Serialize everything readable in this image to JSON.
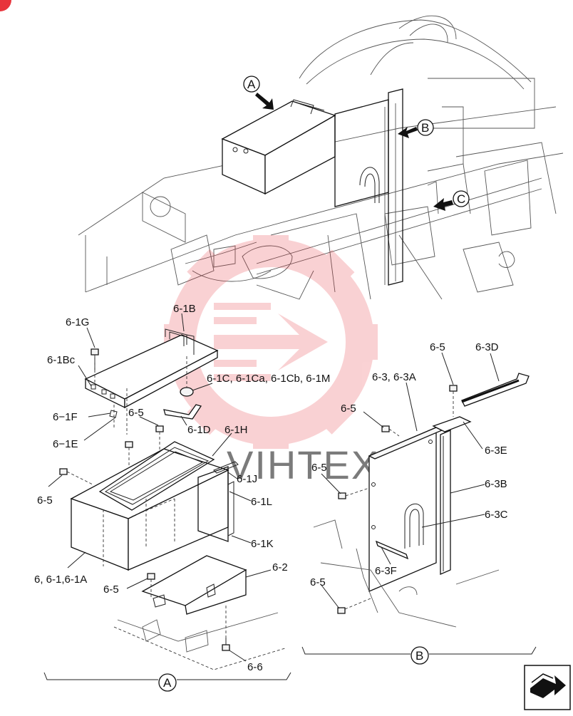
{
  "labels": {
    "l_6_1G": "6-1G",
    "l_6_1B": "6-1B",
    "l_6_1Bc": "6-1Bc",
    "l_6_1C": "6-1C, 6-1Ca, 6-1Cb, 6-1M",
    "l_6_1F": "6−1F",
    "l_6_1E": "6−1E",
    "l_6_5_a": "6-5",
    "l_6_1D": "6-1D",
    "l_6_1H": "6-1H",
    "l_6_1J": "6-1J",
    "l_6_5_b": "6-5",
    "l_6_1L": "6-1L",
    "l_6_1K": "6-1K",
    "l_6_1A": "6, 6-1,6-1A",
    "l_6_2": "6-2",
    "l_6_5_c": "6-5",
    "l_6_6": "6-6",
    "l_6_5_d": "6-5",
    "l_6_3D": "6-3D",
    "l_6_3A": "6-3, 6-3A",
    "l_6_5_e": "6-5",
    "l_6_3E": "6-3E",
    "l_6_5_f": "6-5",
    "l_6_3B": "6-3B",
    "l_6_3C": "6-3C",
    "l_6_3F": "6-3F",
    "l_6_5_g": "6-5"
  },
  "callouts": {
    "a_top": "A",
    "b_top": "B",
    "c_top": "C",
    "a_bottom": "A",
    "b_bottom": "B"
  },
  "watermark": {
    "text": "VIHTEX",
    "color": "#e8343c"
  },
  "colors": {
    "line": "#111111",
    "watermark": "#e8343c"
  },
  "icons": {
    "corner_badge": "red-corner-badge",
    "next_page": "next-page-arrow-icon"
  }
}
